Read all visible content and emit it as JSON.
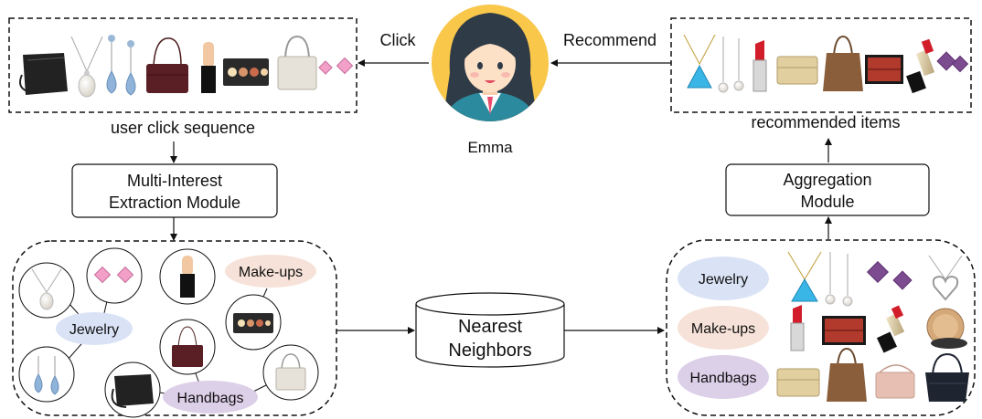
{
  "labels": {
    "click": "Click",
    "recommend": "Recommend",
    "user_name": "Emma",
    "click_sequence": "user click sequence",
    "recommended_items": "recommended items",
    "extraction_line1": "Multi-Interest",
    "extraction_line2": "Extraction Module",
    "aggregation_line1": "Aggregation",
    "aggregation_line2": "Module",
    "nearest_line1": "Nearest",
    "nearest_line2": "Neighbors"
  },
  "interests": {
    "jewelry": "Jewelry",
    "makeups": "Make-ups",
    "handbags": "Handbags"
  },
  "colors": {
    "jewelry": "#dae3f6",
    "makeups": "#f6e2d8",
    "handbags": "#dccfe8",
    "avatar_bg": "#f9c74a",
    "hair": "#2f3b47",
    "suit": "#2b8a9d",
    "skin": "#fde1c7"
  }
}
